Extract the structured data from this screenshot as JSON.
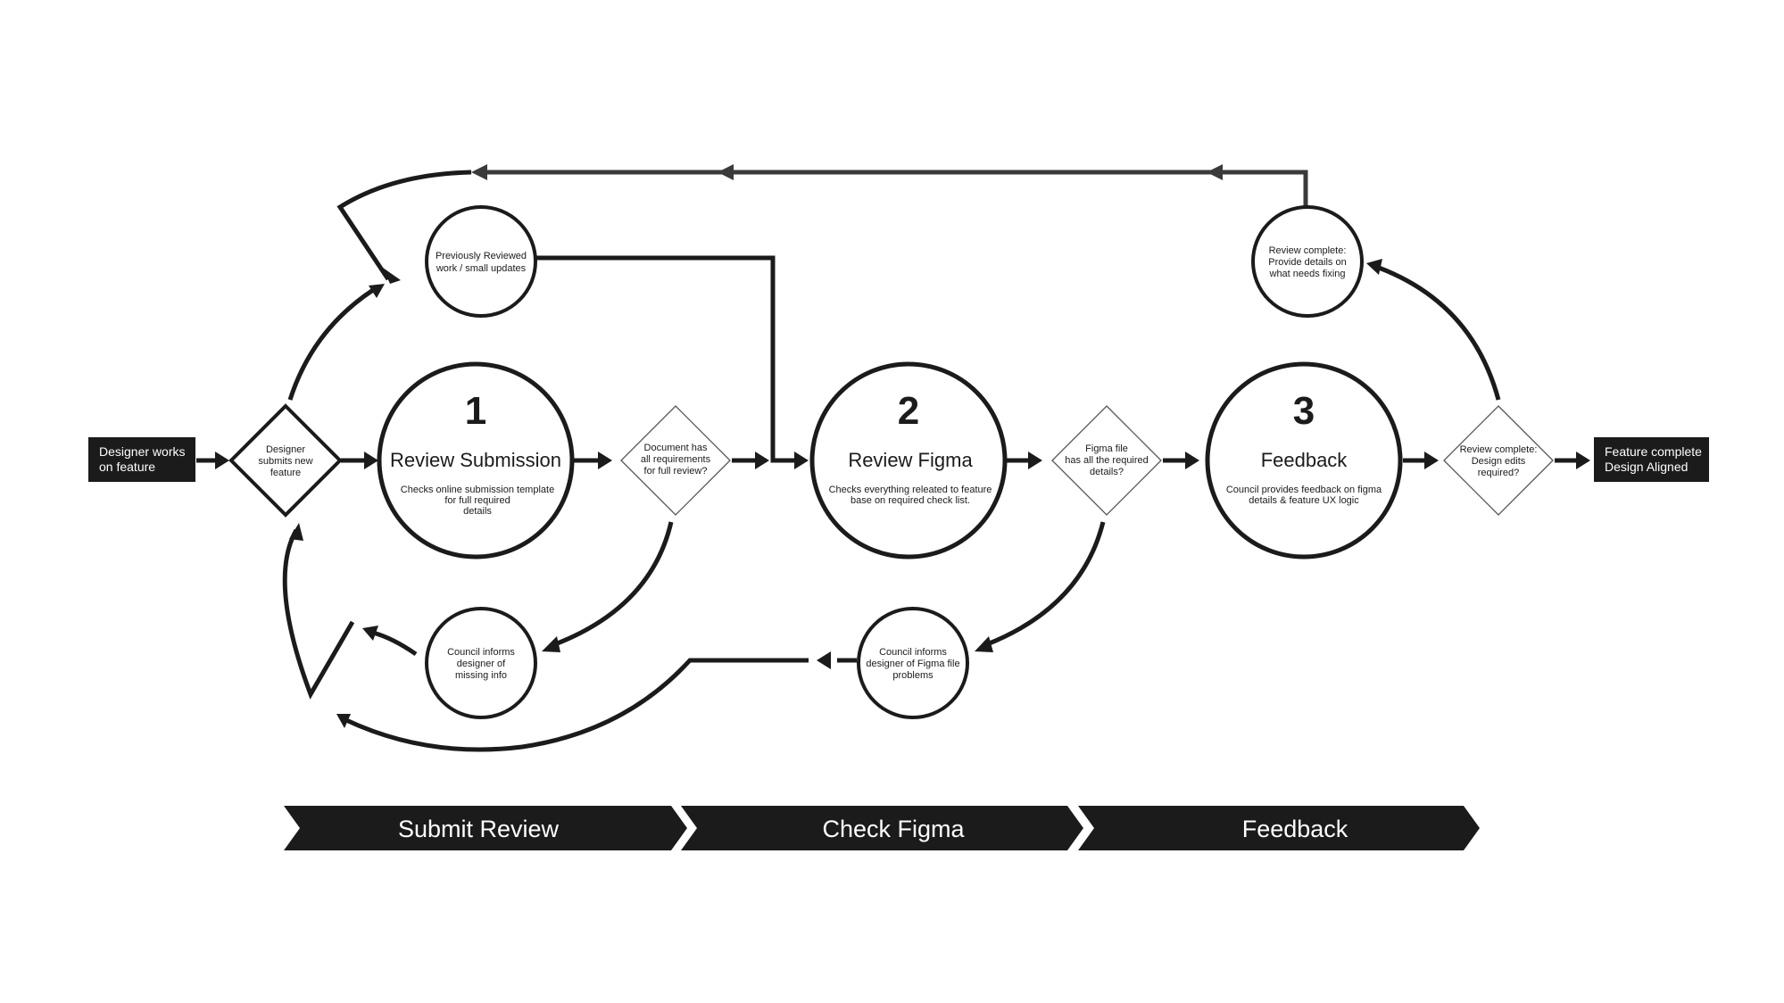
{
  "start_box": {
    "lines": [
      "Designer works",
      "on feature"
    ]
  },
  "end_box": {
    "lines": [
      "Feature complete",
      "Design Aligned"
    ]
  },
  "decisions": {
    "submit": {
      "lines": [
        "Designer",
        "submits new",
        "feature"
      ]
    },
    "document": {
      "lines": [
        "Document has",
        "all requirements",
        "for full review?"
      ]
    },
    "figma_file": {
      "lines": [
        "Figma file",
        "has all the required",
        "details?"
      ]
    },
    "review_complete": {
      "lines": [
        "Review complete:",
        "Design edits",
        "required?"
      ]
    }
  },
  "stages": [
    {
      "number": "1",
      "title": "Review Submission",
      "desc": [
        "Checks online submission template",
        "for full required",
        "details"
      ]
    },
    {
      "number": "2",
      "title": "Review Figma",
      "desc": [
        "Checks everything releated to feature",
        "base on required check list."
      ]
    },
    {
      "number": "3",
      "title": "Feedback",
      "desc": [
        "Council provides feedback on figma",
        "details & feature UX logic"
      ]
    }
  ],
  "side_nodes": {
    "previously_reviewed": {
      "lines": [
        "Previously Reviewed",
        "work / small updates"
      ]
    },
    "inform_missing": {
      "lines": [
        "Council informs",
        "designer of",
        "missing info"
      ]
    },
    "inform_figma": {
      "lines": [
        "Council informs",
        "designer of Figma file",
        "problems"
      ]
    },
    "review_fixing": {
      "lines": [
        "Review complete:",
        "Provide details on",
        "what needs fixing"
      ]
    }
  },
  "phases": [
    "Submit Review",
    "Check Figma",
    "Feedback"
  ],
  "colors": {
    "ink": "#1b1b1b",
    "loop_line": "#3a3a3a",
    "background": "#ffffff"
  }
}
